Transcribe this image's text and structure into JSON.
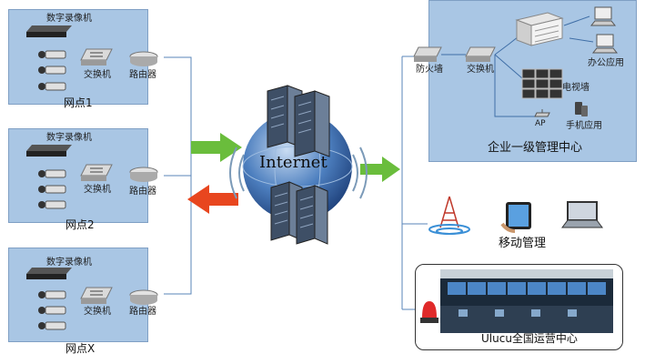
{
  "sites": [
    {
      "dvr_label": "数字录像机",
      "switch_label": "交换机",
      "router_label": "路由器",
      "site_label": "网点1"
    },
    {
      "dvr_label": "数字录像机",
      "switch_label": "交换机",
      "router_label": "路由器",
      "site_label": "网点2"
    },
    {
      "dvr_label": "数字录像机",
      "switch_label": "交换机",
      "router_label": "路由器",
      "site_label": "网点X"
    }
  ],
  "internet": {
    "label": "Internet"
  },
  "enterprise": {
    "firewall_label": "防火墙",
    "switch_label": "交换机",
    "office_label": "办公应用",
    "tvwall_label": "电视墙",
    "ap_label": "AP",
    "phone_label": "手机应用",
    "center_label": "企业一级管理中心"
  },
  "mobile": {
    "label": "移动管理"
  },
  "ops": {
    "label": "Ulucu全国运营中心"
  },
  "colors": {
    "panel": "#a9c6e4",
    "arrow_green": "#6abd3c",
    "arrow_red": "#e8461f",
    "line": "#3f6ea6"
  }
}
